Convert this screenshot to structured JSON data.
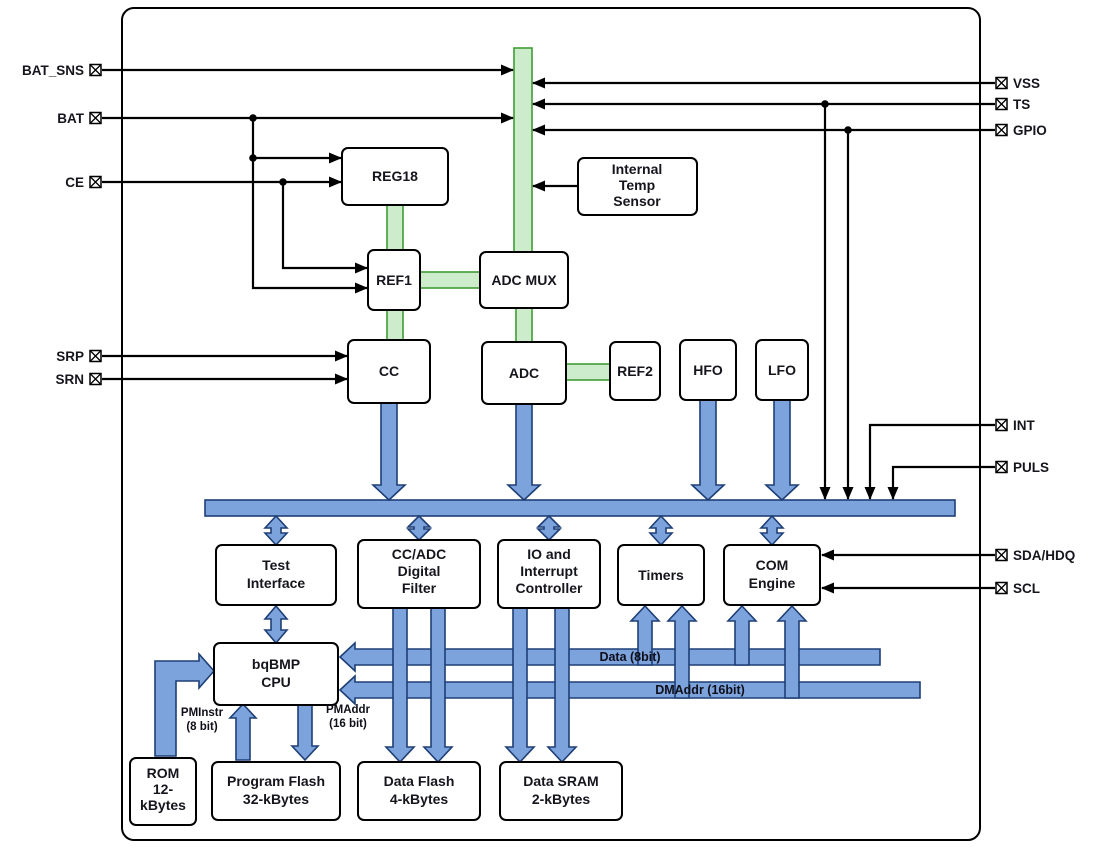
{
  "colors": {
    "block_fill": "#ffffff",
    "block_stroke": "#000000",
    "green_fill": "#cdeccb",
    "green_stroke": "#3f9c35",
    "blue_fill": "#7da3dd",
    "blue_stroke": "#1e3f76",
    "wire": "#000000",
    "text": "#15151d"
  },
  "pins_left": [
    {
      "label": "BAT_SNS"
    },
    {
      "label": "BAT"
    },
    {
      "label": "CE"
    },
    {
      "label": "SRP"
    },
    {
      "label": "SRN"
    }
  ],
  "pins_right": [
    {
      "label": "VSS"
    },
    {
      "label": "TS"
    },
    {
      "label": "GPIO"
    },
    {
      "label": "INT"
    },
    {
      "label": "PULS"
    },
    {
      "label": "SDA/HDQ"
    },
    {
      "label": "SCL"
    }
  ],
  "blocks": {
    "reg18": {
      "label": "REG18"
    },
    "temp_sensor": {
      "line1": "Internal",
      "line2": "Temp",
      "line3": "Sensor"
    },
    "ref1": {
      "label": "REF1"
    },
    "adc_mux": {
      "label": "ADC MUX"
    },
    "cc": {
      "label": "CC"
    },
    "adc": {
      "label": "ADC"
    },
    "ref2": {
      "label": "REF2"
    },
    "hfo": {
      "label": "HFO"
    },
    "lfo": {
      "label": "LFO"
    },
    "test_interface": {
      "line1": "Test",
      "line2": "Interface"
    },
    "cc_adc_filter": {
      "line1": "CC/ADC",
      "line2": "Digital",
      "line3": "Filter"
    },
    "io_interrupt": {
      "line1": "IO and",
      "line2": "Interrupt",
      "line3": "Controller"
    },
    "timers": {
      "label": "Timers"
    },
    "com_engine": {
      "line1": "COM",
      "line2": "Engine"
    },
    "cpu": {
      "line1": "bqBMP",
      "line2": "CPU"
    },
    "rom": {
      "line1": "ROM",
      "line2": "12-",
      "line3": "kBytes"
    },
    "program_flash": {
      "line1": "Program Flash",
      "line2": "32-kBytes"
    },
    "data_flash": {
      "line1": "Data Flash",
      "line2": "4-kBytes"
    },
    "data_sram": {
      "line1": "Data SRAM",
      "line2": "2-kBytes"
    }
  },
  "bus_labels": {
    "data": "Data (8bit)",
    "dmaddr": "DMAddr (16bit)",
    "pminstr_1": "PMInstr",
    "pminstr_2": "(8 bit)",
    "pmaddr_1": "PMAddr",
    "pmaddr_2": "(16 bit)"
  }
}
